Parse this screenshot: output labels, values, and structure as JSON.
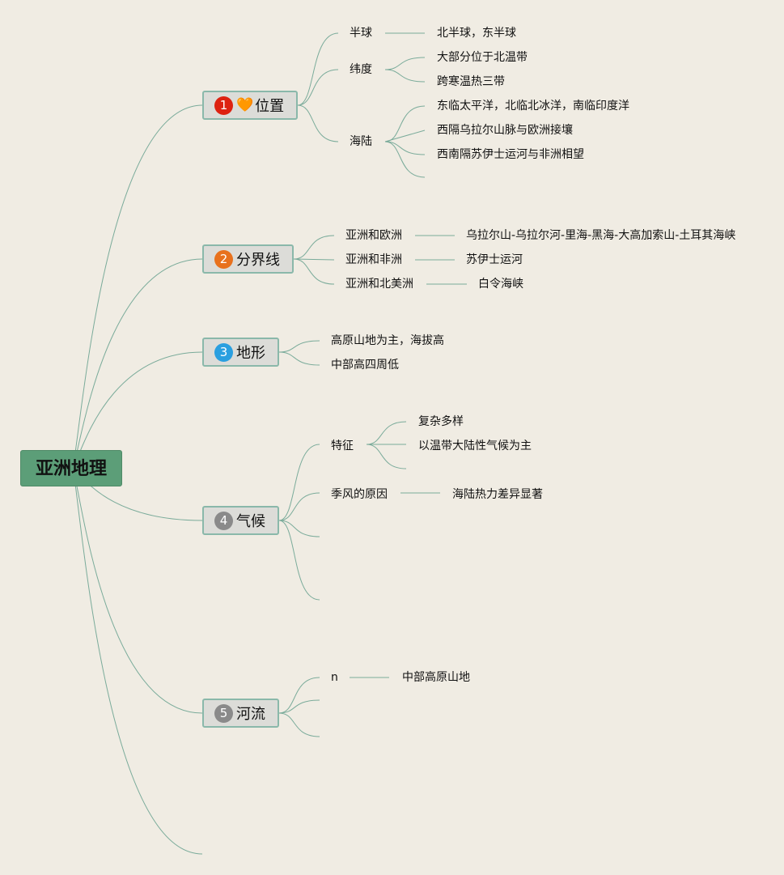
{
  "root": {
    "label": "亚洲地理"
  },
  "colors": {
    "background": "#f0ece3",
    "root_fill": "#5c9e78",
    "branch_fill": "#dcdcd8",
    "branch_border": "#8ab8aa",
    "line": "#7aab9a",
    "badge_red": "#dd2211",
    "badge_orange": "#e8711d",
    "badge_blue": "#2a9fe0",
    "badge_gray": "#8a8a8a"
  },
  "branches": [
    {
      "number": "1",
      "badge_color": "#dd2211",
      "icon": "heart-icon",
      "icon_char": "🧡",
      "label": "位置",
      "children": [
        {
          "label": "半球",
          "children": [
            "北半球，东半球"
          ]
        },
        {
          "label": "纬度",
          "children": [
            "大部分位于北温带",
            "跨寒温热三带"
          ]
        },
        {
          "label": "海陆",
          "children": [
            "东临太平洋，北临北冰洋，南临印度洋",
            "西隔乌拉尔山脉与欧洲接壤",
            "西南隔苏伊士运河与非洲相望"
          ]
        }
      ]
    },
    {
      "number": "2",
      "badge_color": "#e8711d",
      "label": "分界线",
      "children": [
        {
          "label": "亚洲和欧洲",
          "children": [
            "乌拉尔山-乌拉尔河-里海-黑海-大高加索山-土耳其海峡"
          ]
        },
        {
          "label": "亚洲和非洲",
          "children": [
            "苏伊士运河"
          ]
        },
        {
          "label": "亚洲和北美洲",
          "children": [
            "白令海峡"
          ]
        }
      ]
    },
    {
      "number": "3",
      "badge_color": "#2a9fe0",
      "label": "地形",
      "children": [
        {
          "label": "高原山地为主，海拔高"
        },
        {
          "label": "中部高四周低"
        }
      ]
    },
    {
      "number": "4",
      "badge_color": "#8a8a8a",
      "label": "气候",
      "children": [
        {
          "label": "特征",
          "children": [
            "复杂多样",
            "以温带大陆性气候为主"
          ]
        },
        {
          "label": "季风的原因",
          "children": [
            "海陆热力差异显著"
          ]
        }
      ]
    },
    {
      "number": "5",
      "badge_color": "#8a8a8a",
      "label": "河流",
      "children": [
        {
          "label": "n",
          "children": [
            "中部高原山地"
          ]
        }
      ]
    }
  ]
}
